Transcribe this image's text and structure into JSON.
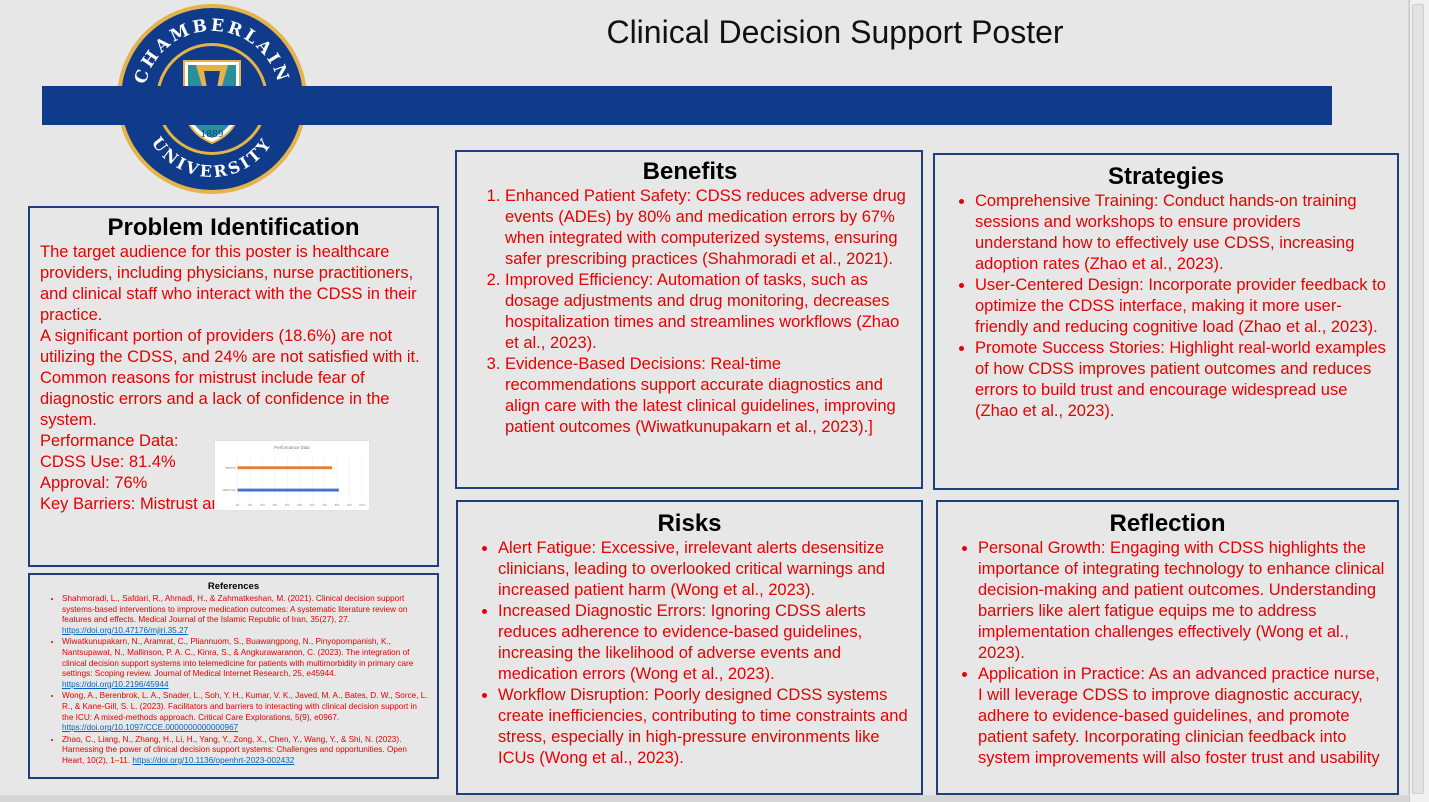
{
  "poster": {
    "title": "Clinical Decision Support Poster"
  },
  "logo": {
    "arc_top": "CHAMBERLAIN",
    "arc_bottom": "UNIVERSITY",
    "year": "1889",
    "colors": {
      "navy": "#0f3b8a",
      "gold": "#e6b34a",
      "teal": "#2a8f9a"
    }
  },
  "problem": {
    "title": "Problem Identification",
    "paragraphs": [
      "The target audience for this poster is healthcare providers, including physicians, nurse practitioners, and clinical staff who interact with the CDSS in their practice.",
      "A significant portion of providers (18.6%) are not utilizing the CDSS, and 24% are not satisfied with it.",
      "Common reasons for mistrust include fear of diagnostic errors and a lack of confidence in the system.",
      "Performance Data:",
      "CDSS Use: 81.4%",
      "Approval: 76%",
      "Key Barriers: Mistrust and fear of errors."
    ],
    "chart_data": {
      "type": "bar",
      "orientation": "horizontal",
      "title": "Performance Data",
      "categories": [
        "Approval",
        "CDSS Use"
      ],
      "values": [
        76,
        81.4
      ],
      "series_colors": [
        "#ed7d31",
        "#4472c4"
      ],
      "xlim": [
        0,
        100
      ]
    }
  },
  "benefits": {
    "title": "Benefits",
    "items": [
      "Enhanced Patient Safety: CDSS reduces adverse drug events (ADEs) by 80% and medication errors by 67% when integrated with computerized systems, ensuring safer prescribing practices (Shahmoradi et al., 2021).",
      "Improved Efficiency: Automation of tasks, such as dosage adjustments and drug monitoring, decreases hospitalization times and streamlines workflows (Zhao et al., 2023).",
      "Evidence-Based Decisions: Real-time recommendations support accurate diagnostics and align care with the latest clinical guidelines, improving patient outcomes (Wiwatkunupakarn et al., 2023).]"
    ]
  },
  "strategies": {
    "title": "Strategies",
    "items": [
      "Comprehensive Training: Conduct hands-on training sessions and workshops to ensure providers understand how to effectively use CDSS, increasing adoption rates (Zhao et al., 2023).",
      "User-Centered Design: Incorporate provider feedback to optimize the CDSS interface, making it more user-friendly and reducing cognitive load (Zhao et al., 2023).",
      "Promote Success Stories: Highlight real-world examples of how CDSS improves patient outcomes and reduces errors to build trust and encourage widespread use (Zhao et al., 2023)."
    ]
  },
  "risks": {
    "title": "Risks",
    "items": [
      "Alert Fatigue: Excessive, irrelevant alerts desensitize clinicians, leading to overlooked critical warnings and increased patient harm (Wong et al., 2023).",
      "Increased Diagnostic Errors: Ignoring CDSS alerts reduces adherence to evidence-based guidelines, increasing the likelihood of adverse events and medication errors (Wong et al., 2023).",
      "Workflow Disruption: Poorly designed CDSS systems create inefficiencies, contributing to time constraints and stress, especially in high-pressure environments like ICUs (Wong et al., 2023)."
    ]
  },
  "reflection": {
    "title": "Reflection",
    "items": [
      "Personal Growth: Engaging with CDSS highlights the importance of integrating technology to enhance clinical decision-making and patient outcomes. Understanding barriers like alert fatigue equips me to address implementation challenges effectively (Wong et al., 2023).",
      "Application in Practice: As an advanced practice nurse, I will leverage CDSS to improve diagnostic accuracy, adhere to evidence-based guidelines, and promote patient safety. Incorporating clinician feedback into system improvements will also foster trust and usability"
    ]
  },
  "references": {
    "title": "References",
    "items": [
      {
        "text": "Shahmoradi, L., Safdari, R., Ahmadi, H., & Zahmatkeshan, M. (2021). Clinical decision support systems-based interventions to improve medication outcomes: A systematic literature review on features and effects. Medical Journal of the Islamic Republic of Iran, 35(27), 27.",
        "link": "https://doi.org/10.47176/mjiri.35.27"
      },
      {
        "text": "Wiwatkunupakarn, N., Aramrat, C., Pliannuom, S., Buawangpong, N., Pinyopornpanish, K., Nantsupawat, N., Mallinson, P. A. C., Kinra, S., & Angkurawaranon, C. (2023). The integration of clinical decision support systems into telemedicine for patients with multimorbidity in primary care settings: Scoping review. Journal of Medical Internet Research, 25, e45944.",
        "link": "https://doi.org/10.2196/45944"
      },
      {
        "text": "Wong, A., Berenbrok, L. A., Snader, L., Soh, Y. H., Kumar, V. K., Javed, M. A., Bates, D. W., Sorce, L. R., & Kane-Gill, S. L. (2023). Facilitators and barriers to interacting with clinical decision support in the ICU: A mixed-methods approach. Critical Care Explorations, 5(9), e0967.",
        "link": "https://doi.org/10.1097/CCE.0000000000000967"
      },
      {
        "text": "Zhao, C., Liang, N., Zhang, H., Li, H., Yang, Y., Zong, X., Chen, Y., Wang, Y., & Shi, N. (2023). Harnessing the power of clinical decision support systems: Challenges and opportunities. Open Heart, 10(2), 1–11.",
        "link": "https://doi.org/10.1136/openhrt-2023-002432"
      }
    ]
  }
}
